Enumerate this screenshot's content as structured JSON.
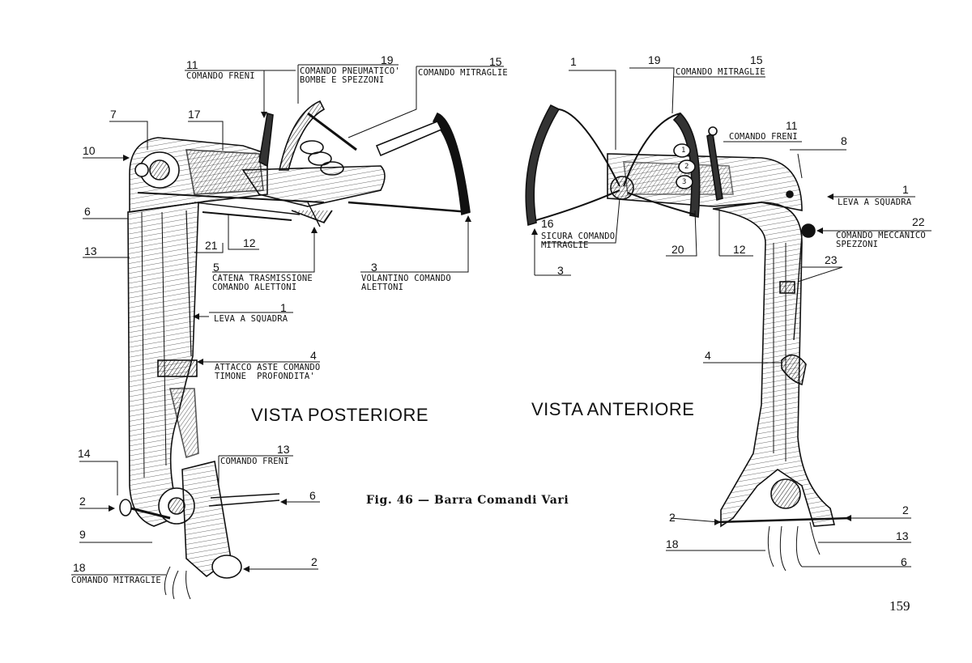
{
  "view_titles": {
    "posterior": "VISTA POSTERIORE",
    "anterior": "VISTA ANTERIORE"
  },
  "caption": "Fig. 46 — Barra Comandi Vari",
  "page_number": "159",
  "left_callouts": {
    "n11": "11",
    "t11": "COMANDO FRENI",
    "n19": "19",
    "t19": "COMANDO PNEUMATICO'\nBOMBE E SPEZZONI",
    "n15": "15",
    "t15": "COMANDO MITRAGLIE",
    "n7": "7",
    "n17": "17",
    "n10": "10",
    "n6": "6",
    "n12": "12",
    "n21": "21",
    "n13": "13",
    "n5": "5",
    "t5": "CATENA TRASMISSIONE\nCOMANDO ALETTONI",
    "n3": "3",
    "t3": "VOLANTINO COMANDO\nALETTONI",
    "n1": "1",
    "t1": "LEVA A SQUADRA",
    "n4": "4",
    "t4": "ATTACCO ASTE COMANDO\nTIMONE  PROFONDITA'",
    "n14": "14",
    "n13b": "13",
    "t13b": "COMANDO FRENI",
    "n2": "2",
    "n6b": "6",
    "n9": "9",
    "n2b": "2",
    "n18": "18",
    "t18": "COMANDO MITRAGLIE"
  },
  "right_callouts": {
    "n1": "1",
    "n19": "19",
    "n15": "15",
    "t15": "COMANDO MITRAGLIE",
    "n11": "11",
    "t11": "COMANDO FRENI",
    "n8": "8",
    "n1b": "1",
    "t1b": "LEVA A SQUADRA",
    "n16": "16",
    "t16": "SICURA COMANDO\nMITRAGLIE",
    "n22": "22",
    "t22": "COMANDO MECCANICO\nSPEZZONI",
    "n3": "3",
    "n20": "20",
    "n12": "12",
    "n23": "23",
    "n4": "4",
    "n2": "2",
    "n2b": "2",
    "n13": "13",
    "n18": "18",
    "n6": "6"
  },
  "grip_marks": [
    "1",
    "2",
    "3"
  ]
}
